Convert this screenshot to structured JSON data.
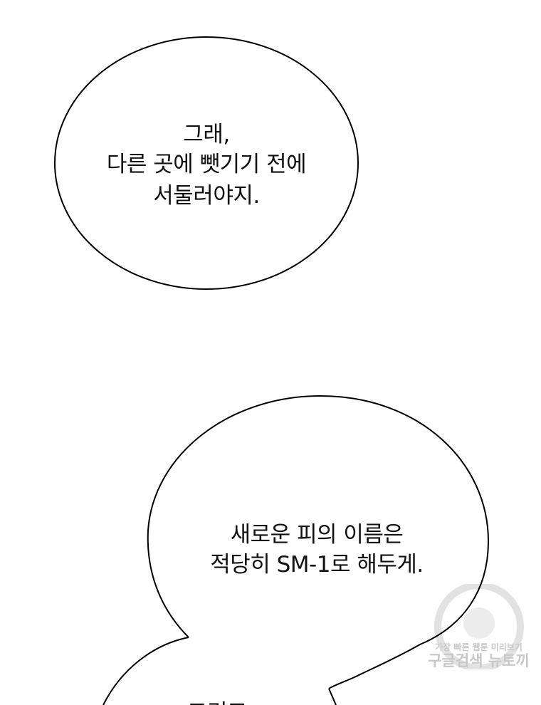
{
  "bubbles": [
    {
      "lines": [
        "그래,",
        "다른 곳에 뺏기기 전에",
        "서둘러야지."
      ]
    },
    {
      "lines": [
        "새로운 피의 이름은",
        "적당히 SM-1로 해두게."
      ]
    },
    {
      "lines": [
        "그리고"
      ]
    }
  ],
  "watermark": {
    "line1": "가장 빠른 웹툰 미리보기",
    "line2": "구글검색 뉴토끼"
  }
}
